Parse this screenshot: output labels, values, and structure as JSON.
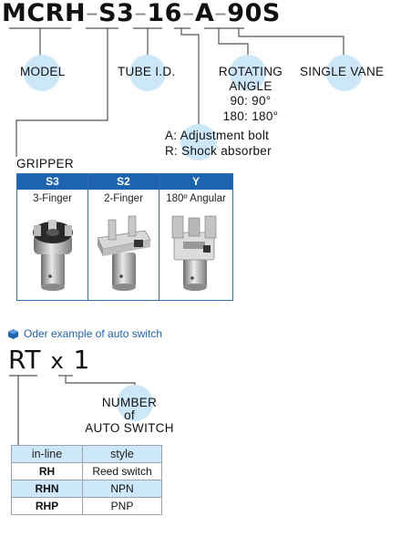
{
  "model_code": {
    "parts": [
      "MCRH",
      "S3",
      "16",
      "A",
      "90S"
    ],
    "separator": "–"
  },
  "labels": {
    "model": "MODEL",
    "tube_id": "TUBE I.D.",
    "rotating_angle_1": "ROTATING",
    "rotating_angle_2": "ANGLE",
    "angle_90": "90: 90°",
    "angle_180": "180: 180°",
    "single_vane": "SINGLE VANE",
    "option_a": "A: Adjustment bolt",
    "option_r": "R: Shock absorber",
    "gripper": "GRIPPER"
  },
  "gripper_types": [
    {
      "code": "S3",
      "desc": "3-Finger",
      "icon": "3-finger-gripper-icon"
    },
    {
      "code": "S2",
      "desc": "2-Finger",
      "icon": "2-finger-gripper-icon"
    },
    {
      "code": "Y",
      "desc": "180º Angular",
      "icon": "angular-gripper-icon"
    }
  ],
  "auto_switch": {
    "section_title": "Oder example of auto switch",
    "code_rt": "RT",
    "code_x": "x",
    "code_1": "1",
    "number_label_1": "NUMBER",
    "number_label_2": "of",
    "number_label_3": "AUTO SWITCH",
    "headers": [
      "in-line",
      "style"
    ],
    "rows": [
      {
        "code": "RH",
        "style": "Reed switch"
      },
      {
        "code": "RHN",
        "style": "NPN"
      },
      {
        "code": "RHP",
        "style": "PNP"
      }
    ]
  },
  "colors": {
    "accent_blue": "#1e63b0",
    "bubble_blue": "#cce7f8",
    "line_gray": "#555555"
  }
}
